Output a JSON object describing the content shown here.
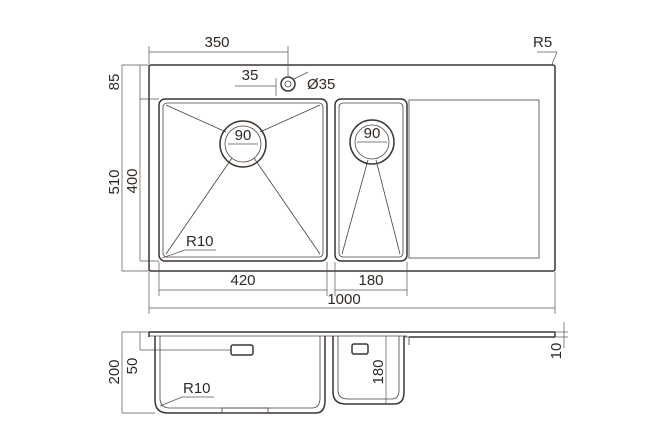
{
  "dimensions": {
    "width_total": "1000",
    "hole_offset": "350",
    "hole_edge": "35",
    "hole_diameter": "Ø35",
    "corner_radius": "R5",
    "depth_total": "510",
    "back_margin": "85",
    "bowl_depth": "400",
    "drain_large": "90",
    "drain_small": "90",
    "inner_radius": "R10",
    "bowl_large_width": "420",
    "bowl_small_width": "180",
    "height_large": "200",
    "overflow_height": "50",
    "height_small": "180",
    "deck_thickness": "10",
    "side_radius": "R10"
  }
}
